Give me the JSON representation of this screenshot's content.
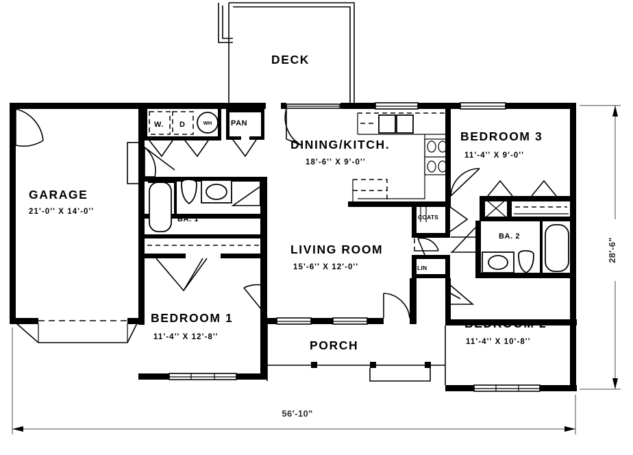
{
  "document": {
    "type": "residential-floor-plan",
    "overall_width_label": "56'-10\"",
    "overall_depth_label": "28'-6\""
  },
  "rooms": [
    {
      "id": "deck",
      "name": "DECK",
      "dim": ""
    },
    {
      "id": "garage",
      "name": "GARAGE",
      "dim": "21'-0'' X  14'-0''"
    },
    {
      "id": "dining",
      "name": "DINING/KITCH.",
      "dim": "18'-6''  X  9'-0''"
    },
    {
      "id": "bedroom3",
      "name": "BEDROOM  3",
      "dim": "11'-4''  X   9'-0''"
    },
    {
      "id": "living",
      "name": "LIVING  ROOM",
      "dim": "15'-6''  X  12'-0''"
    },
    {
      "id": "bedroom1",
      "name": "BEDROOM  1",
      "dim": "11'-4''  X  12'-8''"
    },
    {
      "id": "bedroom2",
      "name": "BEDROOM  2",
      "dim": "11'-4''  X  10'-8''"
    },
    {
      "id": "porch",
      "name": "PORCH",
      "dim": ""
    }
  ],
  "fixture_labels": {
    "washer": "W.",
    "dryer": "D",
    "water_heater": "WH",
    "pantry": "PAN",
    "bath1": "BA.  1",
    "bath2": "BA.  2",
    "coats": "COATS",
    "linen": "LIN"
  },
  "dimensions": {
    "bottom": "56'-10\"",
    "right": "28'-6\""
  },
  "colors": {
    "wall": "#000000",
    "background": "#ffffff",
    "dimension_line": "#4a4a4a"
  }
}
